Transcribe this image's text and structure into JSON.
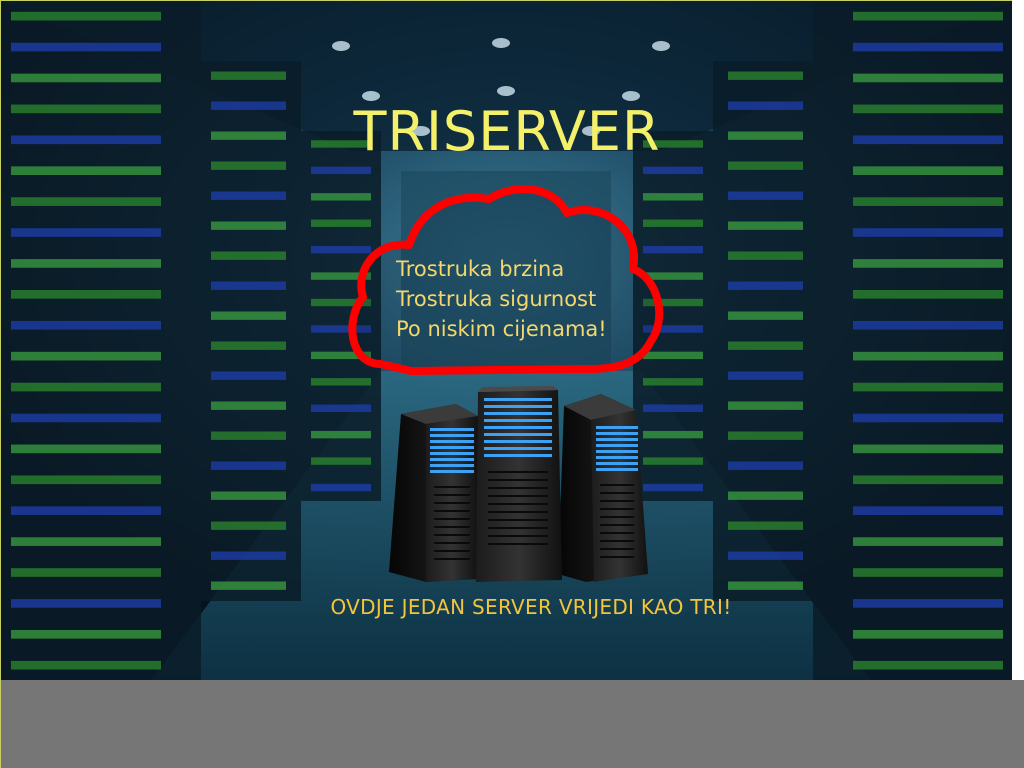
{
  "banner": {
    "title": "TRISERVER",
    "features": [
      "Trostruka brzina",
      "Trostruka sigurnost",
      "Po niskim cijenama!"
    ],
    "slogan": "OVDJE JEDAN SERVER VRIJEDI KAO TRI!"
  },
  "colors": {
    "title": "#f5f06a",
    "features": "#f5d76a",
    "slogan": "#f2c53d",
    "cloud_outline": "#ff0000",
    "footer_bar": "#767676"
  },
  "icons": {
    "cloud": "cloud-icon",
    "servers": "server-towers-icon"
  }
}
